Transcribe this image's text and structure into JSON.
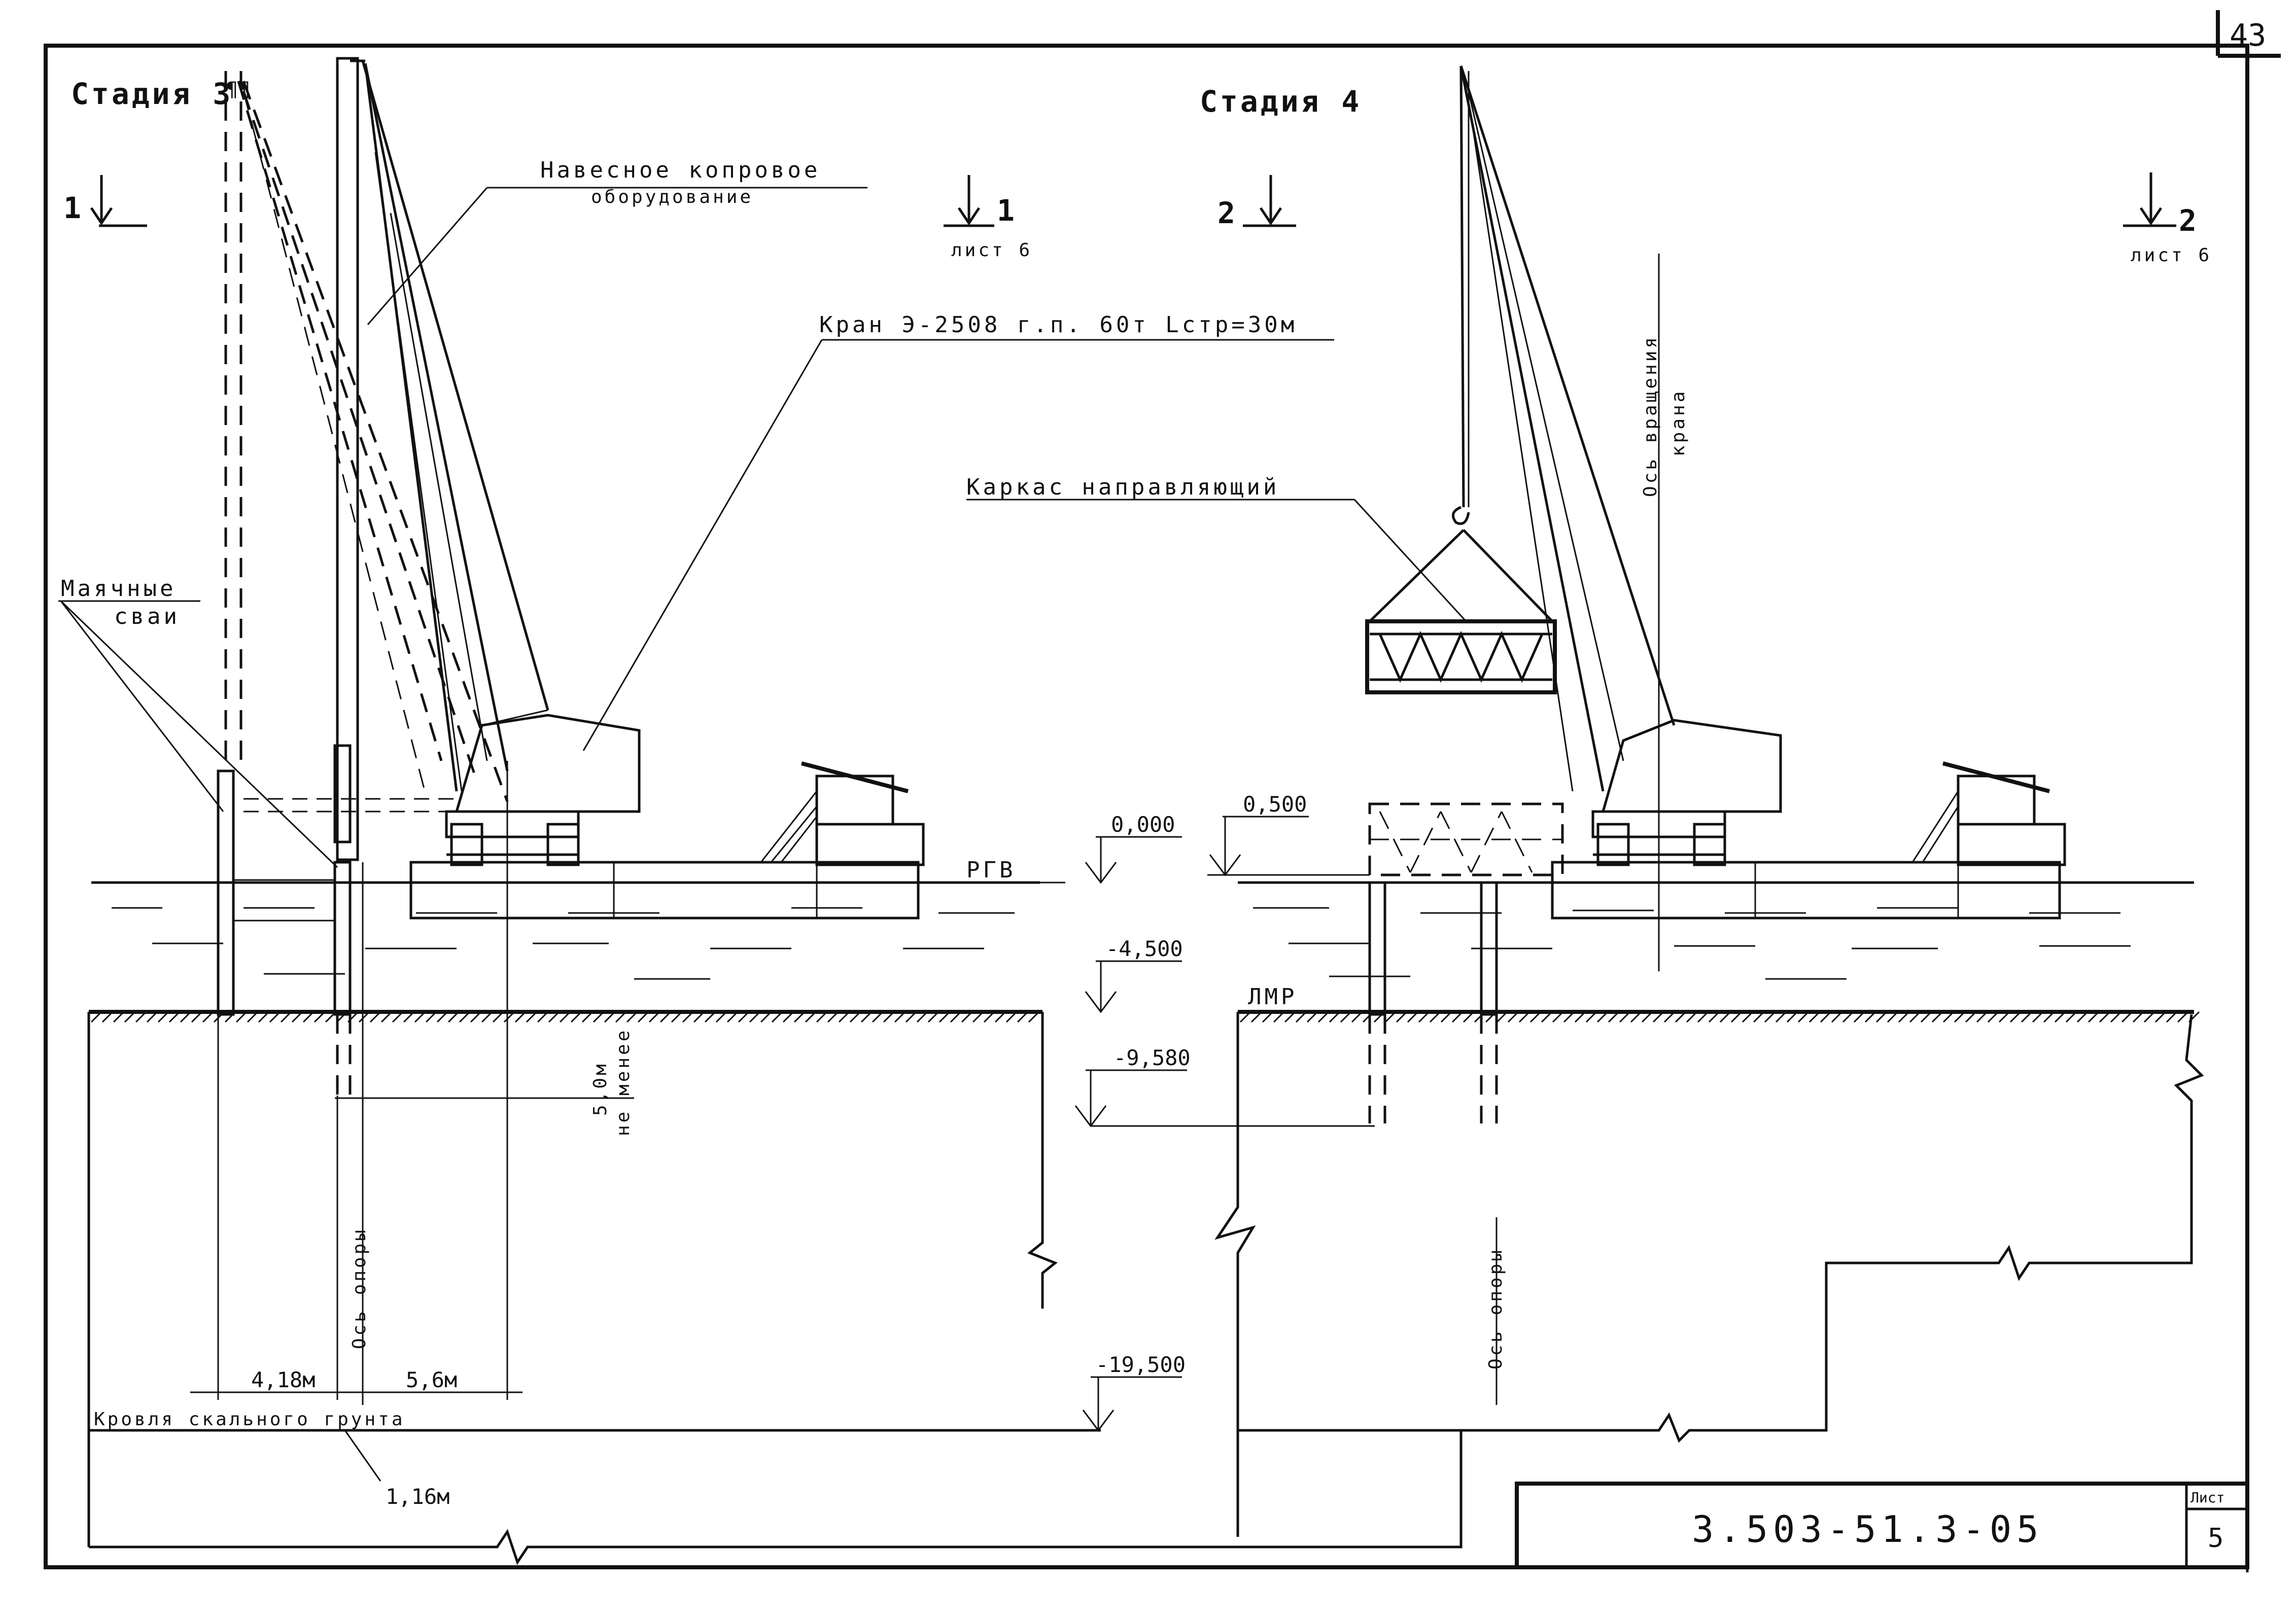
{
  "sheet": {
    "corner_number": "43",
    "code": "3.503-51.3-05",
    "sheet_label": "Лист",
    "sheet_number": "5"
  },
  "stage3": {
    "title": "Стадия 3",
    "section_left": "1",
    "section_right": "1",
    "section_right_ref": "лист 6",
    "pile_driver_label_line1": "Навесное копровое",
    "pile_driver_label_line2": "оборудование",
    "crane_label": "Кран Э-2508 г.п. 60т Lстр=30м",
    "beacon_piles_line1": "Маячные",
    "beacon_piles_line2": "сваи",
    "support_axis": "Ось опоры",
    "min_depth_line1": "5,0м",
    "min_depth_line2": "не менее",
    "dim_left": "4,18м",
    "dim_right": "5,6м",
    "dim_bottom": "1,16м",
    "rock_top": "Кровля скального грунта"
  },
  "stage4": {
    "title": "Стадия 4",
    "section_left": "2",
    "section_right": "2",
    "section_right_ref": "лист 6",
    "frame_label": "Каркас направляющий",
    "rotation_axis_line1": "Ось вращения",
    "rotation_axis_line2": "крана",
    "support_axis": "Ось опоры"
  },
  "levels": {
    "rgv": "РГВ",
    "lmr": "ЛМР",
    "el_0000": "0,000",
    "el_0500": "0,500",
    "el_m4500": "-4,500",
    "el_m9580": "-9,580",
    "el_m19500": "-19,500"
  }
}
